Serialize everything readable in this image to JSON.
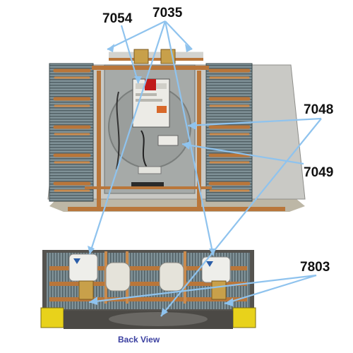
{
  "labels": {
    "l7054": "7054",
    "l7035": "7035",
    "l7048": "7048",
    "l7049": "7049",
    "l7803": "7803"
  },
  "caption": "Back View",
  "colors": {
    "leader": "#8fc3ee",
    "copper": "#b9763a",
    "fin": "#6b7d84",
    "panel": "#a5a9a8",
    "base": "#c7c2b4",
    "yellow": "#e8d21b",
    "valve": "#eeeeea"
  }
}
